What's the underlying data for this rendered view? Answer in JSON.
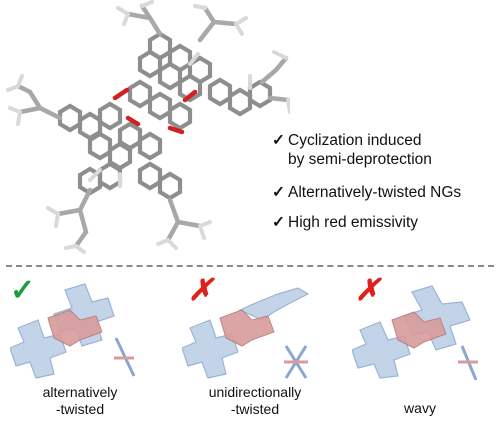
{
  "features": [
    {
      "check": "✓",
      "lines": [
        "Cyclization induced",
        "by semi-deprotection"
      ]
    },
    {
      "check": "✓",
      "lines": [
        "Alternatively-twisted NGs"
      ]
    },
    {
      "check": "✓",
      "lines": [
        "High red emissivity"
      ]
    }
  ],
  "modes": [
    {
      "mark": "✓",
      "status": "good",
      "label_lines": [
        "alternatively",
        "-twisted"
      ]
    },
    {
      "mark": "✗",
      "status": "bad",
      "label_lines": [
        "unidirectionally",
        "-twisted"
      ]
    },
    {
      "mark": "✗",
      "status": "bad",
      "label_lines": [
        "wavy",
        ""
      ]
    }
  ],
  "colors": {
    "good": "#1f9d3a",
    "bad": "#e0201a",
    "blue_block": "#b9cde6",
    "red_block": "#d99c9c",
    "carbon": "#9a9a9a",
    "oxygen": "#d21f1f"
  }
}
